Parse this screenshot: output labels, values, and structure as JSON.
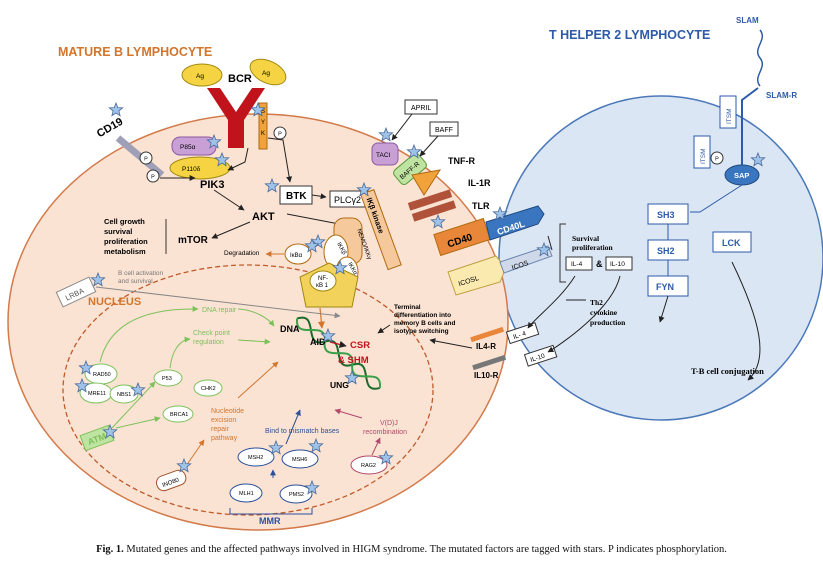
{
  "titles": {
    "b_cell": "MATURE B LYMPHOCYTE",
    "th2": "T HELPER 2 LYMPHOCYTE",
    "nucleus": "NUCLEUS"
  },
  "surface": {
    "bcr": "BCR",
    "ag": "Ag",
    "syk": "SYK",
    "cd19": "CD19",
    "p": "P",
    "tnfr": "TNF-R",
    "il1r": "IL-1R",
    "tlr": "TLR",
    "cd40": "CD40",
    "cd40l": "CD40L",
    "icosl": "ICOSL",
    "icos": "ICOS",
    "il4r": "IL4-R",
    "il10r": "IL10-R",
    "april": "APRIL",
    "baff": "BAFF",
    "taci": "TACI",
    "baffr": "BAFF-R",
    "lrba": "LRBA"
  },
  "signaling": {
    "p85a": "P85α",
    "p110d": "P110δ",
    "pik3": "PIK3",
    "btk": "BTK",
    "plcg2": "PLCγ2",
    "akt": "AKT",
    "mtor": "mTOR",
    "mtor_effects": [
      "Cell growth",
      "survival",
      "proliferation",
      "metabolism"
    ],
    "ikk_kinase": "IKβ kinase",
    "nemo": "NEMO/IKKγ",
    "ikkb": "IKKβ",
    "ikka": "IKKα",
    "ikba": "IκBα",
    "degradation": "Degradation",
    "nfkb": [
      "NF-",
      "κB 1"
    ],
    "lrba_note": [
      "B cell activation",
      "and survival"
    ]
  },
  "nucleus_items": {
    "dna_repair": "DNA repair",
    "checkpoint": [
      "Check point",
      "regulation"
    ],
    "nucleotide": [
      "Nucleotide",
      "excision",
      "repair",
      "pathway"
    ],
    "mismatch": "Bind to mismatch bases",
    "vdj": [
      "V(D)J",
      "recombination"
    ],
    "dna": "DNA",
    "aid": "AID",
    "csr": "CSR",
    "shm": "& SHM",
    "ung": "UNG",
    "rad50": "RAD50",
    "mre11": "MRE11",
    "nbs1": "NBS1",
    "atm": "ATM",
    "p53": "P53",
    "chk2": "CHK2",
    "brca1": "BRCA1",
    "ino80": "INO80",
    "msh2": "MSH2",
    "msh6": "MSH6",
    "rag2": "RAG2",
    "mlh1": "MLH1",
    "pms2": "PMS2",
    "mmr": "MMR"
  },
  "th2_items": {
    "slam": "SLAM",
    "slamr": "SLAM-R",
    "itsm": "ITSM",
    "sap": "SAP",
    "sh3": "SH3",
    "sh2": "SH2",
    "fyn": "FYN",
    "lck": "LCK",
    "survival": [
      "Survival",
      "proliferation"
    ],
    "il4": "IL-4",
    "amp": "&",
    "il10": "IL-10",
    "th2_prod": [
      "Th2",
      "cytokine",
      "production"
    ],
    "conjugation": "T-B cell conjugation",
    "terminal": [
      "Terminal",
      "differentiation into",
      "memory B cells and",
      "isotype switching"
    ],
    "il4_chip": "IL- 4",
    "il10_chip": "IL-10"
  },
  "caption": {
    "label": "Fig. 1.",
    "text": "Mutated genes and the affected pathways involved in HIGM syndrome. The mutated factors are tagged with stars. P indicates phosphorylation."
  },
  "colors": {
    "b_cell_fill": "#fbe3d3",
    "b_cell_border": "#d27a4a",
    "th2_fill": "#dbe6f4",
    "th2_border": "#4a78b8",
    "accent_red": "#c0131c",
    "orange": "#e8873a",
    "star": "#9fc3e8",
    "green": "#8fcf6a",
    "nucleus_border": "#c05a2a"
  }
}
